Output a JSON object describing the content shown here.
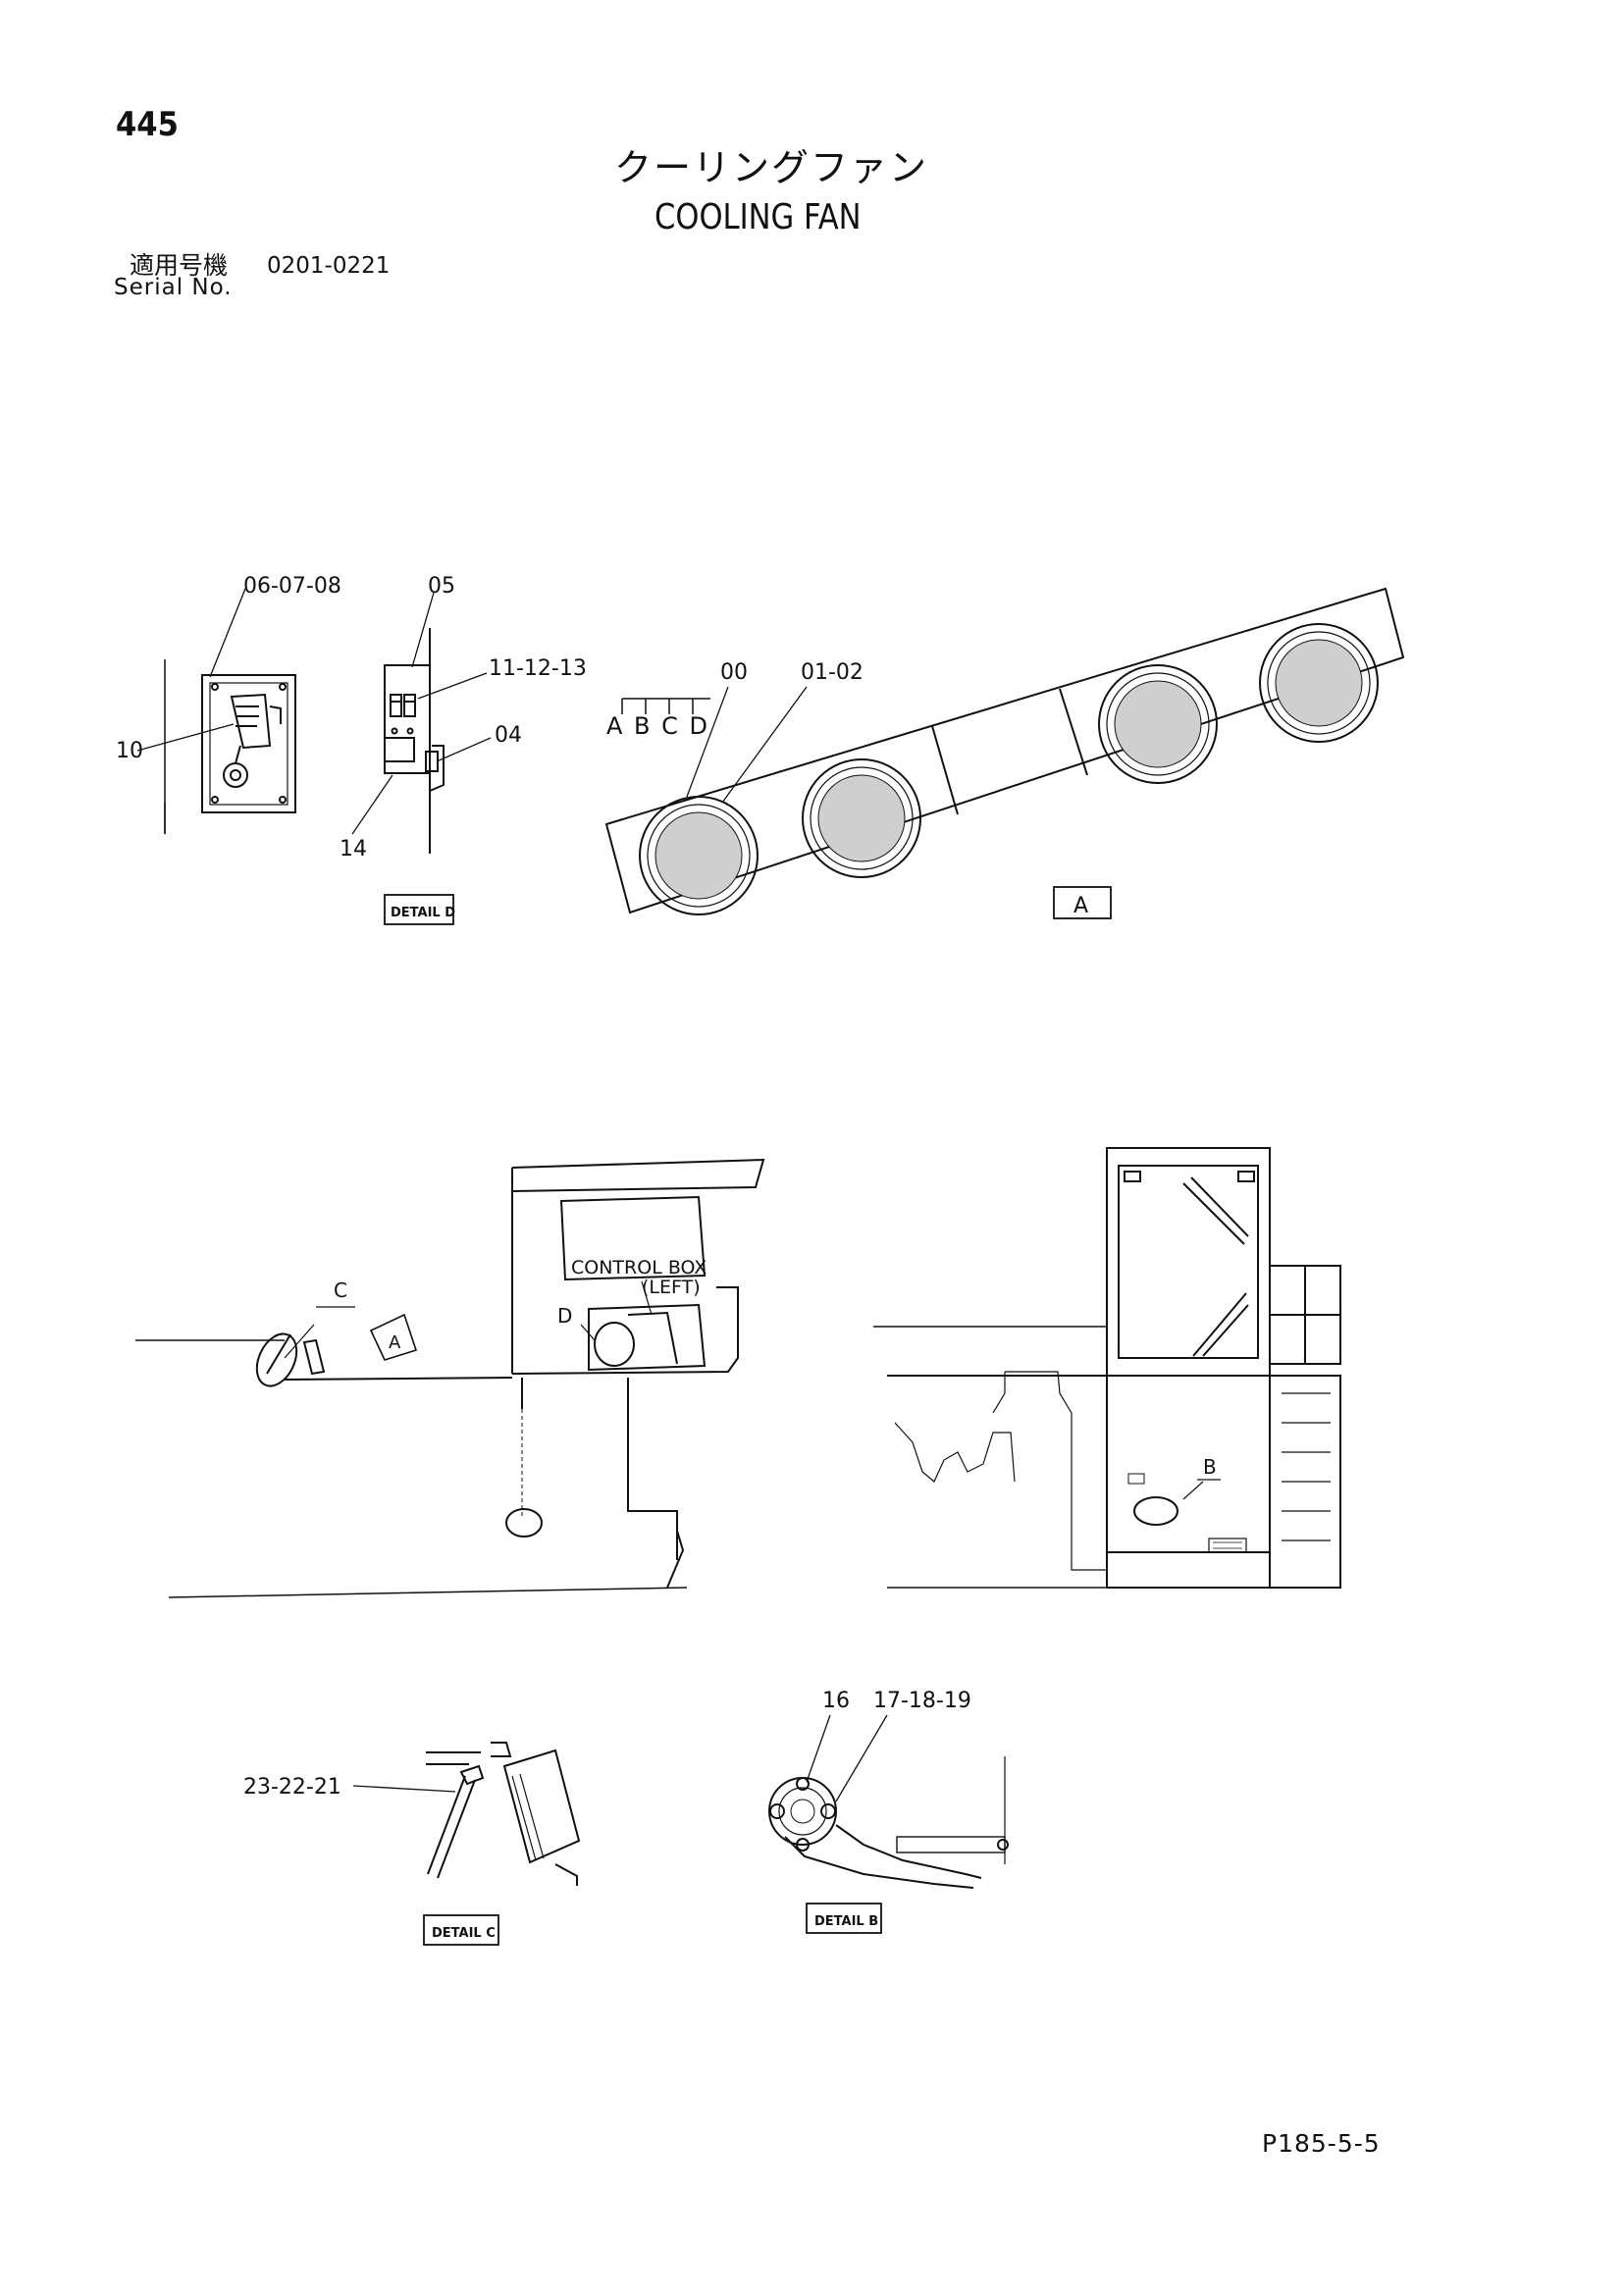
{
  "header": {
    "page_number": "445",
    "title_jp": "クーリングファン",
    "title_en": "COOLING FAN",
    "serial_label_jp": "適用号機",
    "serial_range": "0201-0221",
    "serial_label_en": "Serial No."
  },
  "callouts": {
    "c_06_07_08": "06-07-08",
    "c_05": "05",
    "c_11_12_13": "11-12-13",
    "c_04": "04",
    "c_10": "10",
    "c_14": "14",
    "c_00": "00",
    "c_01_02": "01-02",
    "c_abcd": "A B C D",
    "c_23_22_21": "23-22-21",
    "c_16": "16",
    "c_17_18_19": "17-18-19"
  },
  "detail_labels": {
    "detail_d": "DETAIL D",
    "detail_c": "DETAIL C",
    "detail_b": "DETAIL B",
    "view_a": "A"
  },
  "view_markers": {
    "marker_a": "A",
    "marker_b": "B",
    "marker_c": "C",
    "marker_d": "D"
  },
  "annotations": {
    "control_box_line1": "CONTROL BOX",
    "control_box_line2": "(LEFT)"
  },
  "footer": {
    "page_code": "P185-5-5"
  }
}
